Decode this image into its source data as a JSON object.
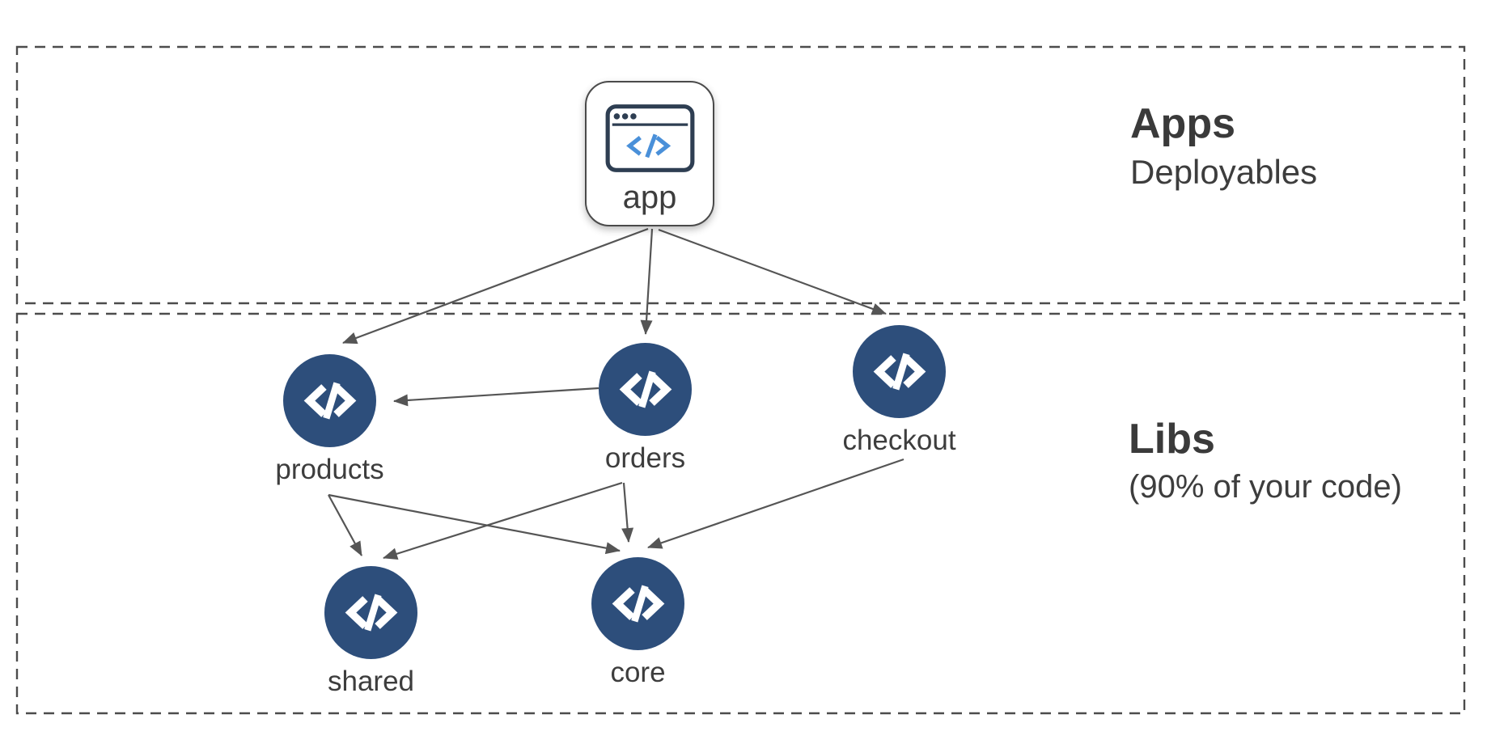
{
  "diagram": {
    "sections": [
      {
        "id": "apps",
        "title": "Apps",
        "subtitle": "Deployables"
      },
      {
        "id": "libs",
        "title": "Libs",
        "subtitle": "(90% of your code)"
      }
    ],
    "nodes": [
      {
        "id": "app",
        "label": "app",
        "section": "apps",
        "type": "application",
        "icon": "browser-window-code-icon"
      },
      {
        "id": "products",
        "label": "products",
        "section": "libs",
        "type": "library",
        "icon": "code-circle-icon"
      },
      {
        "id": "orders",
        "label": "orders",
        "section": "libs",
        "type": "library",
        "icon": "code-circle-icon"
      },
      {
        "id": "checkout",
        "label": "checkout",
        "section": "libs",
        "type": "library",
        "icon": "code-circle-icon"
      },
      {
        "id": "shared",
        "label": "shared",
        "section": "libs",
        "type": "library",
        "icon": "code-circle-icon"
      },
      {
        "id": "core",
        "label": "core",
        "section": "libs",
        "type": "library",
        "icon": "code-circle-icon"
      }
    ],
    "edges": [
      {
        "from": "app",
        "to": "products"
      },
      {
        "from": "app",
        "to": "orders"
      },
      {
        "from": "app",
        "to": "checkout"
      },
      {
        "from": "orders",
        "to": "products"
      },
      {
        "from": "products",
        "to": "shared"
      },
      {
        "from": "products",
        "to": "core"
      },
      {
        "from": "orders",
        "to": "shared"
      },
      {
        "from": "orders",
        "to": "core"
      },
      {
        "from": "checkout",
        "to": "core"
      }
    ],
    "colors": {
      "lib_node_fill": "#2d4e7b",
      "code_glyph": "#ffffff",
      "app_icon_stroke": "#2e3e52",
      "app_icon_code_accent": "#4a90d9",
      "edge_line": "#555555",
      "dashed_border": "#4c4c4c",
      "text": "#3d3d3d"
    }
  }
}
